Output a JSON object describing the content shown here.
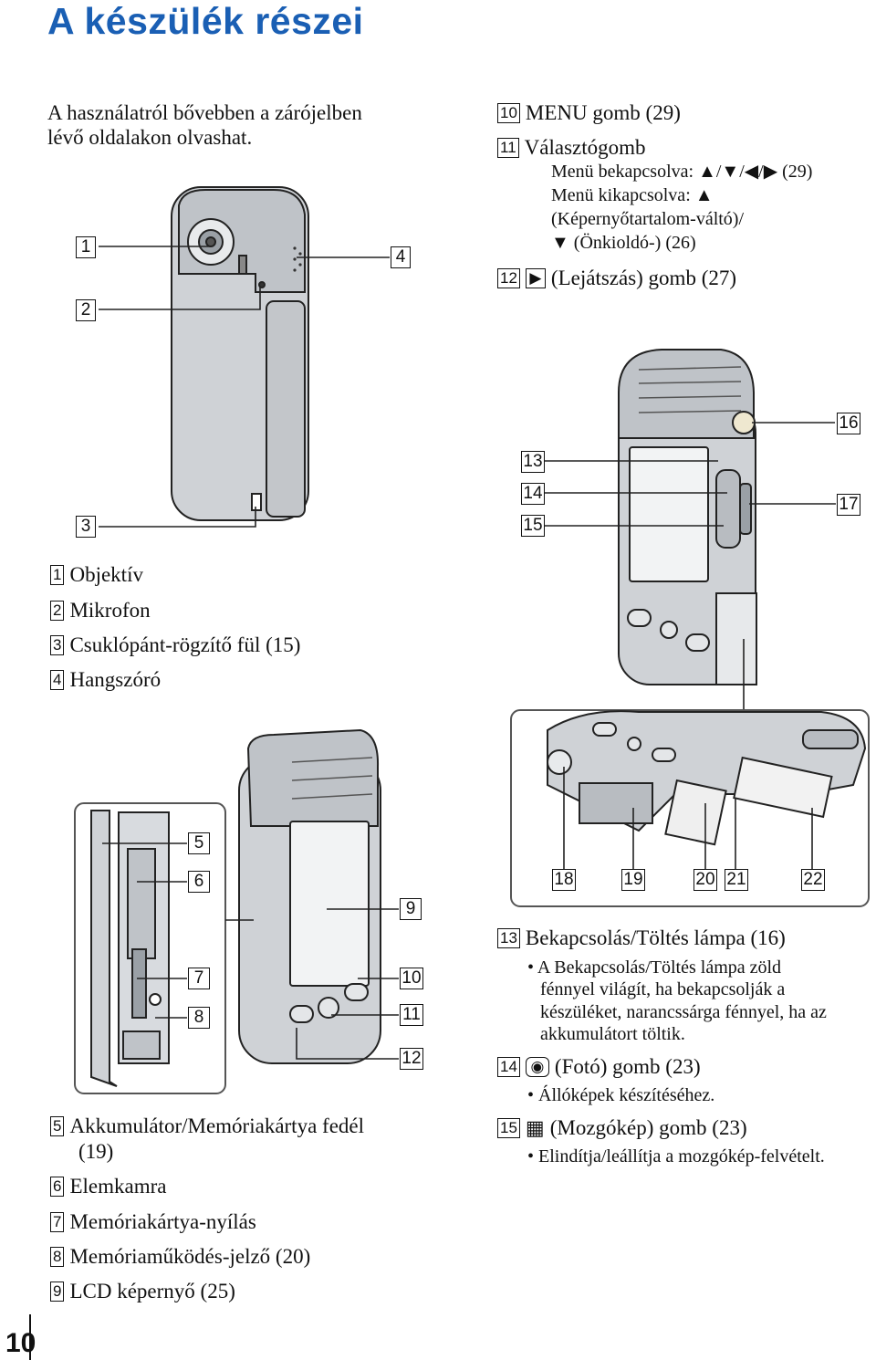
{
  "page": {
    "title": "A készülék részei",
    "intro_line1": "A használatról bővebben a zárójelben",
    "intro_line2": "lévő oldalakon olvashat.",
    "page_number": "10"
  },
  "callouts": {
    "c1": "1",
    "c2": "2",
    "c3": "3",
    "c4": "4",
    "c5": "5",
    "c6": "6",
    "c7": "7",
    "c8": "8",
    "c9": "9",
    "c10": "10",
    "c11": "11",
    "c12": "12",
    "c13": "13",
    "c14": "14",
    "c15": "15",
    "c16": "16",
    "c17": "17",
    "c18": "18",
    "c19": "19",
    "c20": "20",
    "c21": "21",
    "c22": "22"
  },
  "top_right": {
    "item10": "MENU gomb (29)",
    "item11": "Választógomb",
    "item11_l1": "Menü bekapcsolva: ▲/▼/◀/▶ (29)",
    "item11_l2": "Menü kikapcsolva: ▲",
    "item11_l3": "(Képernyőtartalom-váltó)/",
    "item11_l4": "▼ (Önkioldó-) (26)",
    "item12": "(Lejátszás) gomb (27)"
  },
  "legend_a": [
    {
      "num": "1",
      "text": "Objektív"
    },
    {
      "num": "2",
      "text": "Mikrofon"
    },
    {
      "num": "3",
      "text": "Csuklópánt-rögzítő fül (15)"
    },
    {
      "num": "4",
      "text": "Hangszóró"
    }
  ],
  "legend_b": {
    "item5_l1": "Akkumulátor/Memóriakártya fedél",
    "item5_l2": "(19)",
    "item6": "Elemkamra",
    "item7": "Memóriakártya-nyílás",
    "item8": "Memóriaműködés-jelző (20)",
    "item9": "LCD képernyő (25)"
  },
  "legend_c": {
    "item13": "Bekapcsolás/Töltés lámpa (16)",
    "item13_b1": "• A Bekapcsolás/Töltés lámpa zöld",
    "item13_b2": "fénnyel világít, ha bekapcsolják a",
    "item13_b3": "készüléket, narancssárga fénnyel, ha az",
    "item13_b4": "akkumulátort töltik.",
    "item14": "(Fotó) gomb (23)",
    "item14_b1": "• Állóképek készítéséhez.",
    "item15": "(Mozgókép) gomb (23)",
    "item15_b1": "• Elindítja/leállítja a mozgókép-felvételt."
  },
  "colors": {
    "title": "#1a5fb4",
    "device_fill": "#cfd2d6",
    "device_dark": "#8a8f96"
  }
}
